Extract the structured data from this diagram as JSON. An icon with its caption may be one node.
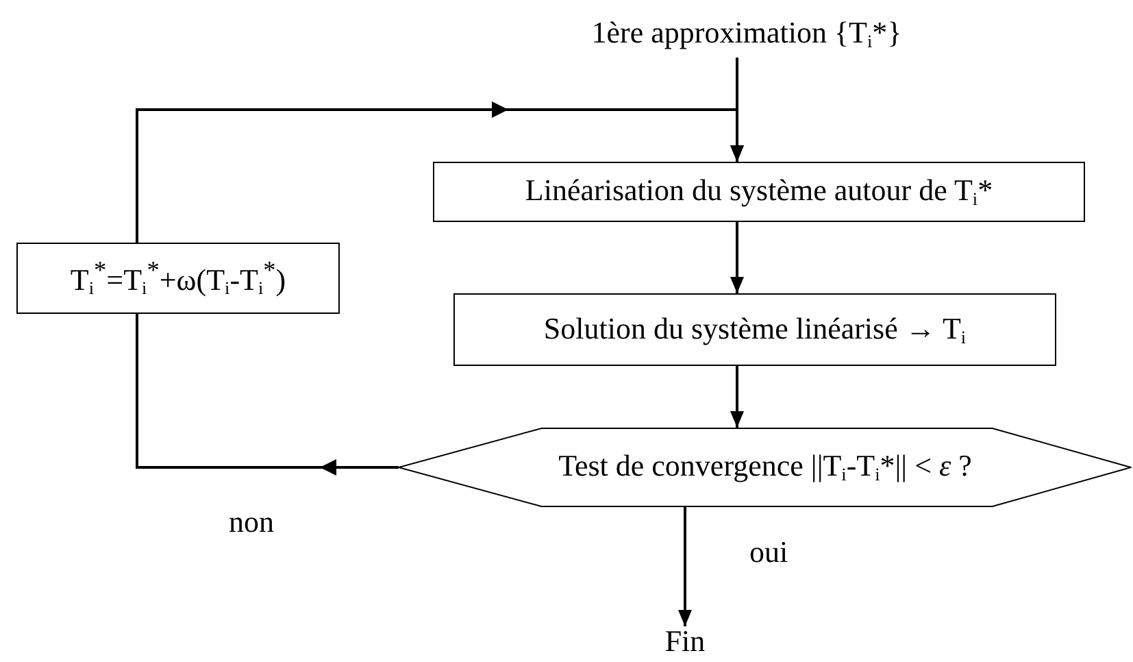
{
  "diagram": {
    "nodes": [
      {
        "text": [
          "1ère approximation {T$_{i}$*}"
        ]
      },
      {
        "text": [
          "Linéarisation du système autour de T$_{i}$*"
        ]
      },
      {
        "text": [
          "Solution du système linéarisé → T$_{i}$"
        ]
      },
      {
        "text": [
          "Test de convergence ||T$_{i}$-T$_{i}$*|| < *ε* ?"
        ]
      },
      {
        "text": [
          "T$_{i}$$^{*}$=T$_{i}$$^{*}$+ω(T$_{i}$-T$_{i}$$^{*}$)"
        ]
      },
      {
        "text": [
          "Fin"
        ]
      }
    ],
    "edges": [
      {
        "from": 0,
        "to": 1,
        "arrow": "to"
      },
      {
        "from": 1,
        "to": 2,
        "arrow": "to"
      },
      {
        "from": 2,
        "to": 3,
        "arrow": "to"
      },
      {
        "from": 3,
        "to": 4,
        "arrow": "to",
        "label": "non"
      },
      {
        "from": 4,
        "to": 1,
        "arrow": "to"
      },
      {
        "from": 3,
        "to": 5,
        "arrow": "to",
        "label": "oui"
      }
    ]
  }
}
